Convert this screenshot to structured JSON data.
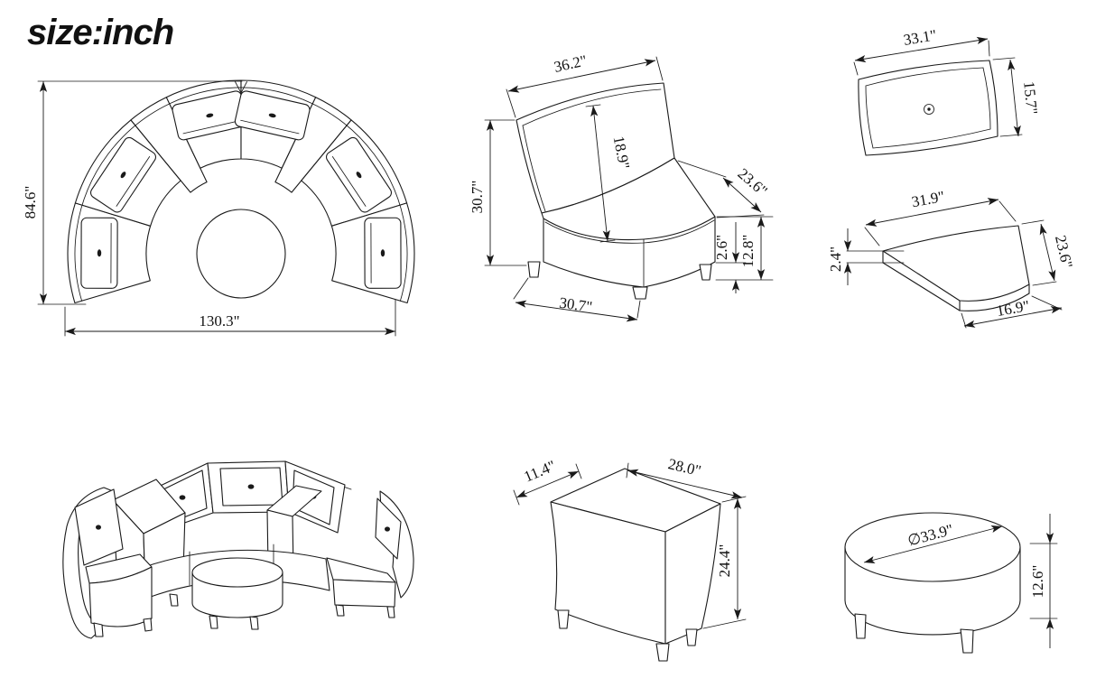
{
  "title": "size:inch",
  "diagrams": {
    "sofa_top_view": {
      "overall_depth": "84.6\"",
      "overall_width": "130.3\""
    },
    "armless_section": {
      "back_width": "36.2\"",
      "back_height": "18.9\"",
      "overall_height": "30.7\"",
      "seat_depth": "23.6\"",
      "leg_height": "2.6\"",
      "seat_height": "12.8\"",
      "front_width": "30.7\""
    },
    "back_cushion": {
      "width": "33.1\"",
      "height": "15.7\""
    },
    "seat_cushion": {
      "outer_width": "31.9\"",
      "depth": "23.6\"",
      "thickness": "2.4\"",
      "inner_width": "16.9\""
    },
    "wedge_table": {
      "top_width": "11.4\"",
      "length": "28.0\"",
      "height": "24.4\""
    },
    "ottoman": {
      "diameter": "∅33.9\"",
      "height": "12.6\""
    }
  }
}
